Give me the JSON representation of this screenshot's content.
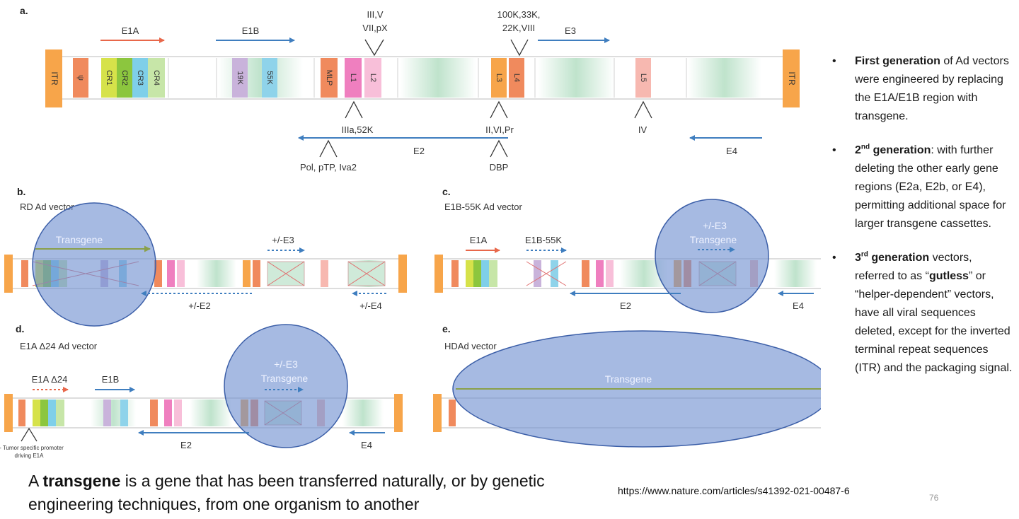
{
  "panels": {
    "a": {
      "label": "a.",
      "itr": "ITR",
      "psi": "ψ",
      "cr": [
        "CR1",
        "CR2",
        "CR3",
        "CR4"
      ],
      "e1b_boxes": [
        "19K",
        "55K"
      ],
      "mlp": "MLP",
      "late": [
        "L1",
        "L2",
        "L3",
        "L4",
        "L5"
      ],
      "e1a": "E1A",
      "e1b": "E1B",
      "e3": "E3",
      "e2": "E2",
      "e4": "E4",
      "l2_products": [
        "III,V",
        "VII,pX"
      ],
      "l4_products": [
        "100K,33K,",
        "22K,VIII"
      ],
      "l1_products": "IIIa,52K",
      "l3_products": "II,VI,Pr",
      "l5_products": "IV",
      "e2b_products": "Pol, pTP, Iva2",
      "e2a_products": "DBP"
    },
    "b": {
      "label": "b.",
      "title": "RD Ad vector",
      "transgene": "Transgene",
      "e3": "+/-E3",
      "e2": "+/-E2",
      "e4": "+/-E4"
    },
    "c": {
      "label": "c.",
      "title": "E1B-55K Ad vector",
      "e1a": "E1A",
      "e1b55k": "E1B-55K",
      "e3": "+/-E3",
      "transgene": "Transgene",
      "e2": "E2",
      "e4": "E4"
    },
    "d": {
      "label": "d.",
      "title": "E1A Δ24 Ad vector",
      "e1a": "E1A Δ24",
      "e1b": "E1B",
      "e3": "+/-E3",
      "transgene": "Transgene",
      "e2": "E2",
      "e4": "E4",
      "note": [
        "+/- Tumor specific promoter",
        "driving E1A"
      ]
    },
    "e": {
      "label": "e.",
      "title": "HDAd vector",
      "transgene": "Transgene"
    }
  },
  "bullets": [
    {
      "bold": "First generation",
      "rest": " of Ad vectors were engineered by replacing the E1A/E1B region with transgene."
    },
    {
      "num": "2",
      "sup": "nd",
      "bold": " generation",
      "rest": ": with further deleting the other early gene regions (E2a, E2b, or E4), permitting additional space for larger transgene cassettes."
    },
    {
      "num": "3",
      "sup": "rd",
      "bold": " generation",
      "rest1": " vectors, referred to as “",
      "bold2": "gutless",
      "rest2": "” or “helper-dependent” vectors, have all viral sequences deleted, except for the inverted terminal repeat sequences (ITR) and the packaging signal."
    }
  ],
  "bullet_char": "•",
  "caption": {
    "pre": "A ",
    "bold": "transgene",
    "post": " is a gene that has been transferred naturally, or by genetic engineering techniques, from one organism to another"
  },
  "url": "https://www.nature.com/articles/s41392-021-00487-6",
  "page_number": "76",
  "colors": {
    "itr": "#f7a54a",
    "psi": "#f08a5d",
    "cr1": "#d6e24a",
    "cr2": "#8cc63e",
    "cr3": "#7fcfe9",
    "cr4": "#c7e6a8",
    "k19": "#c9b3db",
    "k55": "#8fd3ea",
    "mlp": "#f08a5d",
    "l1": "#ef7fbf",
    "l2": "#f8bfd9",
    "l3": "#f7a54a",
    "l4": "#f08a5d",
    "l5": "#f7b8b0",
    "green": "#cfead9",
    "red_arrow": "#e8674a",
    "blue_arrow": "#3f7ebf",
    "circle": "#6f8fd1",
    "transgene_arrow": "#8aa04a"
  }
}
